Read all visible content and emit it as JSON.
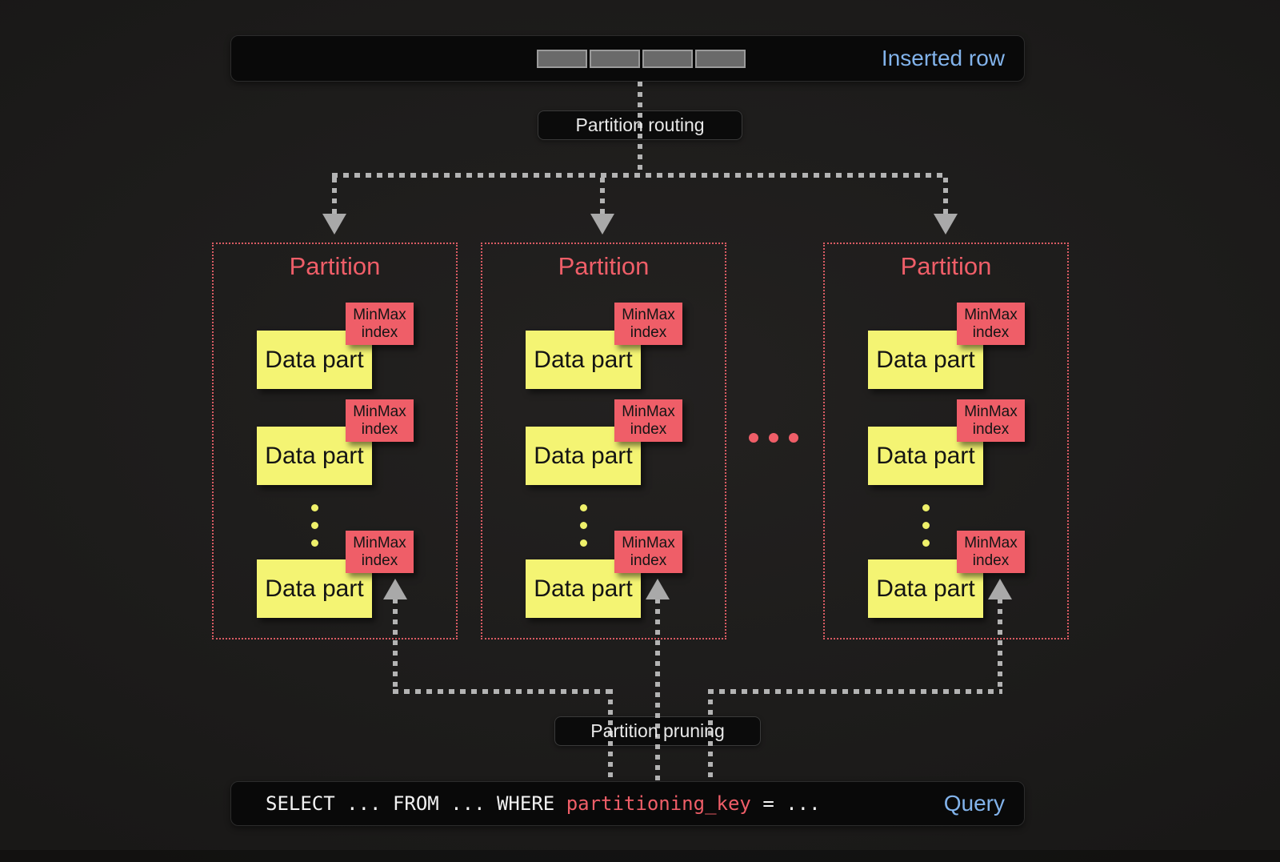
{
  "header": {
    "inserted_row_label": "Inserted row"
  },
  "flow": {
    "routing_label": "Partition routing",
    "pruning_label": "Partition pruning"
  },
  "partitions": [
    {
      "title": "Partition",
      "parts": [
        {
          "label": "Data part",
          "index_label": "MinMax index"
        },
        {
          "label": "Data part",
          "index_label": "MinMax index"
        },
        {
          "label": "Data part",
          "index_label": "MinMax index"
        }
      ]
    },
    {
      "title": "Partition",
      "parts": [
        {
          "label": "Data part",
          "index_label": "MinMax index"
        },
        {
          "label": "Data part",
          "index_label": "MinMax index"
        },
        {
          "label": "Data part",
          "index_label": "MinMax index"
        }
      ]
    },
    {
      "title": "Partition",
      "parts": [
        {
          "label": "Data part",
          "index_label": "MinMax index"
        },
        {
          "label": "Data part",
          "index_label": "MinMax index"
        },
        {
          "label": "Data part",
          "index_label": "MinMax index"
        }
      ]
    }
  ],
  "query": {
    "sql_prefix": "SELECT ... FROM ... WHERE ",
    "sql_key": "partitioning_key",
    "sql_suffix": " = ...",
    "label": "Query"
  },
  "colors": {
    "accent_blue": "#82b3eb",
    "accent_red": "#ef5e68",
    "data_part_yellow": "#f4f473",
    "arrow_gray": "#b3b3b3",
    "box_black": "#090909"
  }
}
